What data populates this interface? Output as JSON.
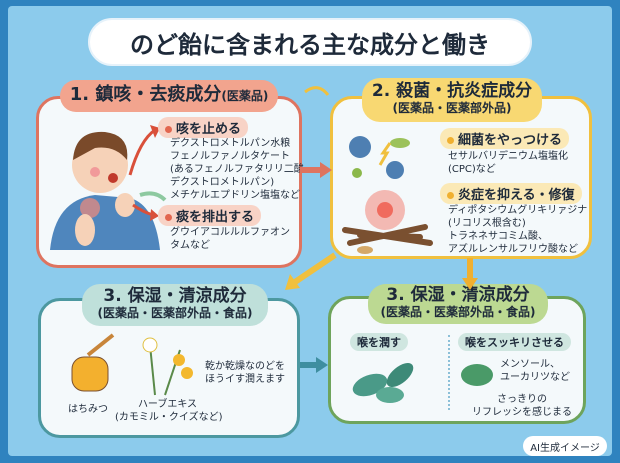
{
  "title": "のど飴に含まれる主な成分と働き",
  "section1": {
    "heading": "1. 鎮咳・去痰成分",
    "heading_note": "(医薬品)",
    "items": [
      {
        "label": "咳を止める",
        "text": [
          "デクストロメトルパン水粮",
          "フェノルファノルタケート",
          "(あるフェノルファタリリ二酸",
          "デクストロメトルパン)",
          "メチケルエプドリン塩塩など"
        ]
      },
      {
        "label": "痰を排出する",
        "text": [
          "グウイアコルルルファオン",
          "タムなど"
        ]
      }
    ]
  },
  "section2": {
    "heading": "2. 殺菌・抗炎症成分",
    "heading_note": "(医薬品・医薬部外品)",
    "items": [
      {
        "label": "細菌をやっつける",
        "text": [
          "セサルバリデニウム塩塩化",
          "(CPC)など"
        ]
      },
      {
        "label": "炎症を抑える・修復",
        "text": [
          "ディポタシウムグリキリァジナ",
          "(リコリス根含む)",
          "トラネネサコミム酸、",
          "アズルレンサルフリウ酸など"
        ]
      }
    ]
  },
  "section3a": {
    "heading": "3. 保湿・清涼成分",
    "heading_note": "(医薬品・医薬部外品・食品)",
    "honey": "はちみつ",
    "herb": "ハーブエキス",
    "herb_note": "(カモミル・クイズなど)",
    "desc": [
      "乾か乾燥なのどを",
      "ほうイす潤えます"
    ]
  },
  "section3b": {
    "heading": "3. 保湿・清涼成分",
    "heading_note": "(医薬品・医薬部外品・食品)",
    "left_label": "喉を潤す",
    "right_label": "喉をスッキリさせる",
    "right_text1": [
      "メンソール、",
      "ユーカリツなど"
    ],
    "right_text2": [
      "さっきりの",
      "リフレッシを感じまる"
    ]
  },
  "badge": "AI生成イメージ",
  "colors": {
    "background": "#8ccbec",
    "frame": "#2f83bf",
    "section1": "#de7460",
    "section2": "#f0c03e",
    "section3a": "#4c98a0",
    "section3b": "#6ea45c"
  }
}
